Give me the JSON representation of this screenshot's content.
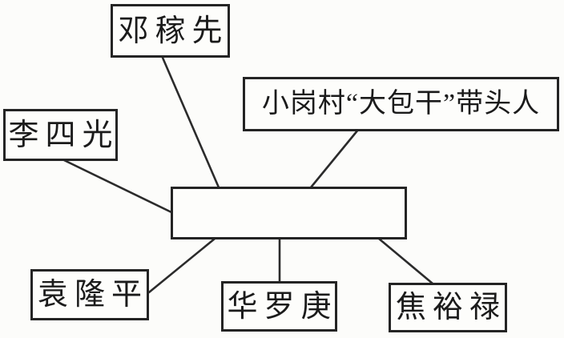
{
  "diagram": {
    "description": "concept map of model figures linking to a blank center box",
    "center_box": {
      "label": ""
    },
    "nodes": [
      {
        "id": "deng-jiaxian",
        "label": "邓稼先"
      },
      {
        "id": "xiaogang-dabaogan-leaders",
        "label": "小岗村“大包干”带头人"
      },
      {
        "id": "li-siguang",
        "label": "李四光"
      },
      {
        "id": "yuan-longping",
        "label": "袁隆平"
      },
      {
        "id": "hua-luogeng",
        "label": "华罗庚"
      },
      {
        "id": "jiao-yulu",
        "label": "焦裕禄"
      }
    ],
    "colors": {
      "ink": "#242424",
      "line": "#2b2b2b",
      "paper": "#fcfcfa"
    }
  }
}
